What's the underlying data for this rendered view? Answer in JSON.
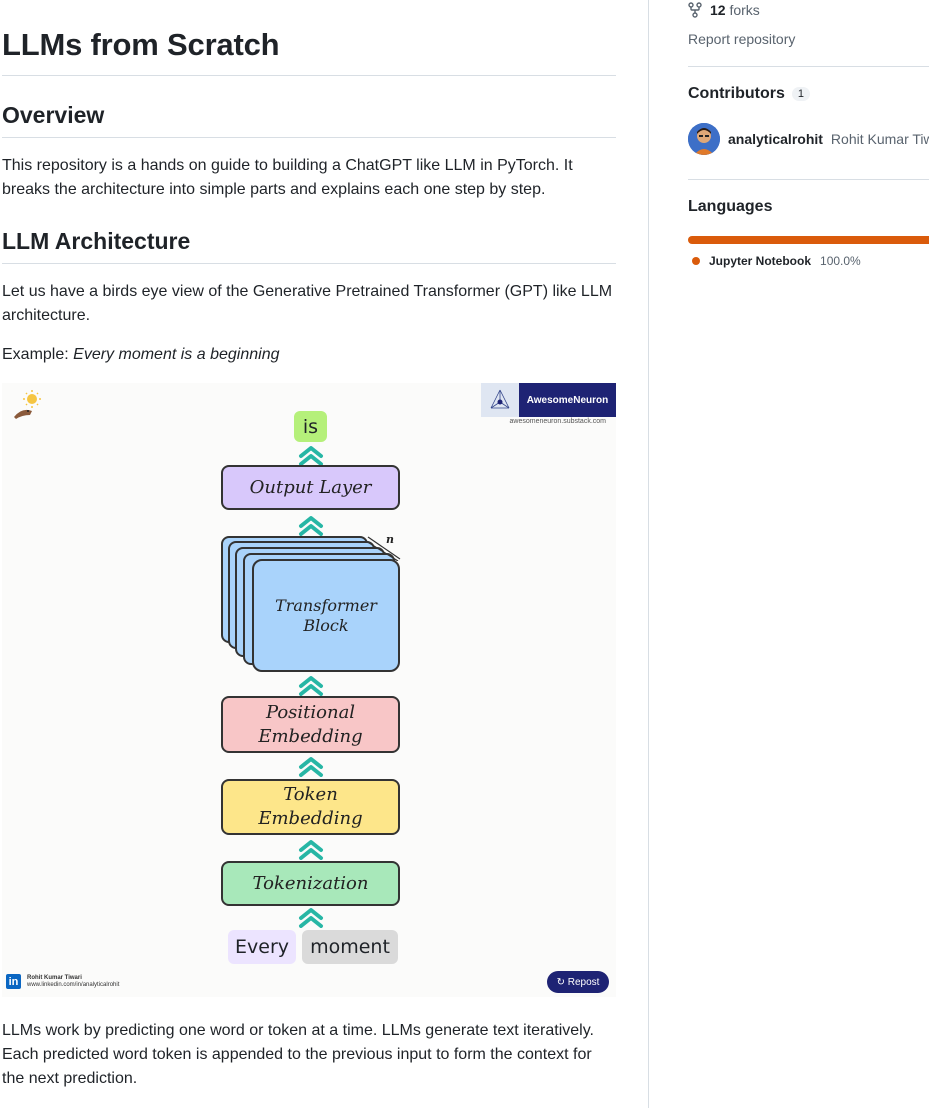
{
  "readme": {
    "title": "LLMs from Scratch",
    "overview_heading": "Overview",
    "overview_text": "This repository is a hands on guide to building a ChatGPT like LLM in PyTorch. It breaks the architecture into simple parts and explains each one step by step.",
    "architecture_heading": "LLM Architecture",
    "architecture_text": "Let us have a birds eye view of the Generative Pretrained Transformer (GPT) like LLM architecture.",
    "example_label": "Example:",
    "example_text": "Every moment is a beginning",
    "closing_text": "LLMs work by predicting one word or token at a time. LLMs generate text iteratively. Each predicted word token is appended to the previous input to form the context for the next prediction."
  },
  "infographic": {
    "output_token": "is",
    "output_layer": "Output Layer",
    "transformer_block_line1": "Transformer",
    "transformer_block_line2": "Block",
    "repeat_label": "n",
    "positional_line1": "Positional",
    "positional_line2": "Embedding",
    "token_line1": "Token",
    "token_line2": "Embedding",
    "tokenization": "Tokenization",
    "input_tokens": [
      "Every",
      "moment"
    ],
    "brand_name": "AwesomeNeuron",
    "brand_url": "awesomeneuron.substack.com",
    "author_name": "Rohit Kumar Tiwari",
    "author_url": "www.linkedin.com/in/analyticalrohit",
    "linkedin_glyph": "in",
    "repost_label": "↻ Repost",
    "colors": {
      "output_token": "#b5f07a",
      "output_layer": "#d8c8fb",
      "transformer": "#a9d3fb",
      "positional": "#f8c6c7",
      "token": "#fde68a",
      "tokenization": "#a8e8ba",
      "chevron": "#27b6a5",
      "word_every": "#ece4ff",
      "word_moment": "#dadada"
    }
  },
  "sidebar": {
    "forks_count": "12",
    "forks_label": "forks",
    "report_label": "Report repository",
    "contributors_title": "Contributors",
    "contributors_count": "1",
    "contributor_login": "analyticalrohit",
    "contributor_name": "Rohit Kumar Tiw",
    "languages_title": "Languages",
    "language_name": "Jupyter Notebook",
    "language_percent": "100.0%",
    "language_color": "#da5b0b"
  }
}
